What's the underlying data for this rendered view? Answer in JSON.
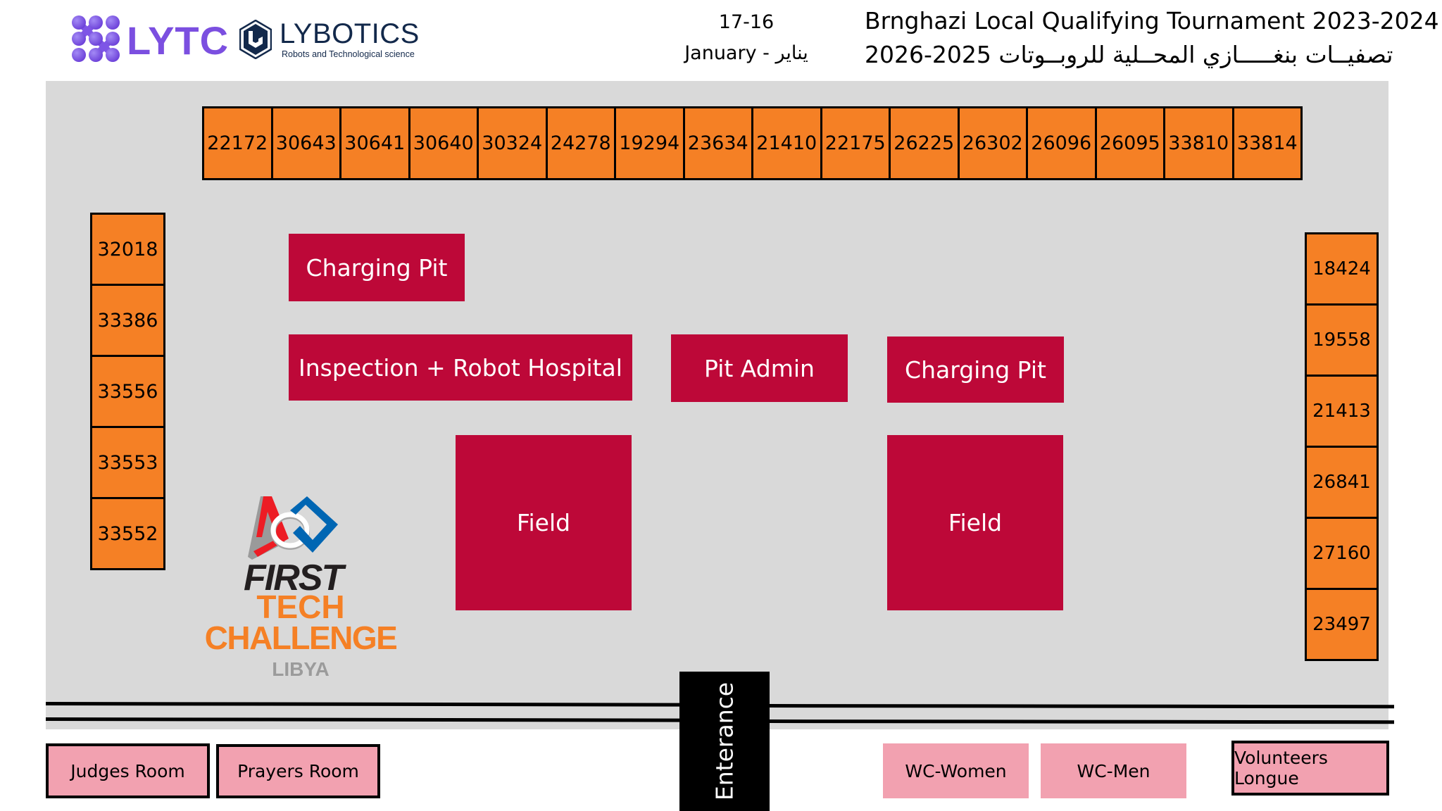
{
  "header": {
    "logos": {
      "lytc": {
        "name": "LYTC",
        "color": "#7b4fe0"
      },
      "lybotics": {
        "name": "LYBOTICS",
        "tagline": "Robots and Technological science",
        "color": "#13294b"
      }
    },
    "date": {
      "days": "17-16",
      "month": "January - يناير"
    },
    "title_en": "Brnghazi Local Qualifying Tournament 2023-2024",
    "title_ar": "تصفيــات بنغـــــازي المحــلية للروبــوتات 2025-2026"
  },
  "colors": {
    "floor": "#d9d9d9",
    "team_booth": "#f58025",
    "zone": "#bd0838",
    "room": "#f2a1b0",
    "entrance": "#000000"
  },
  "team_booths": {
    "top_row": [
      "22172",
      "30643",
      "30641",
      "30640",
      "30324",
      "24278",
      "19294",
      "23634",
      "21410",
      "22175",
      "26225",
      "26302",
      "26096",
      "26095",
      "33810",
      "33814"
    ],
    "left_column": [
      "32018",
      "33386",
      "33556",
      "33553",
      "33552"
    ],
    "right_column": [
      "18424",
      "19558",
      "21413",
      "26841",
      "27160",
      "23497"
    ]
  },
  "zones": {
    "charging_pit_1": "Charging Pit",
    "inspection": "Inspection + Robot Hospital",
    "pit_admin": "Pit Admin",
    "charging_pit_2": "Charging Pit",
    "field_1": "Field",
    "field_2": "Field"
  },
  "entrance": "Enterance",
  "rooms": {
    "judges": "Judges Room",
    "prayers": "Prayers Room",
    "wc_women": "WC-Women",
    "wc_men": "WC-Men",
    "volunteers": "Volunteers Longue"
  },
  "ftc_logo": {
    "first": "FIRST",
    "tech": "TECH",
    "challenge": "CHALLENGE",
    "region": "LIBYA"
  }
}
